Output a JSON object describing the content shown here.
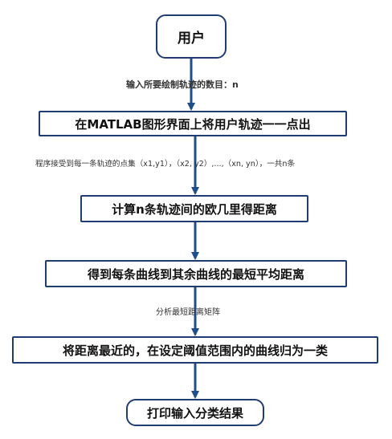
{
  "nodes": [
    {
      "id": "n1",
      "text": "用户"
    },
    {
      "id": "n2",
      "text": "在MATLAB图形界面上将用户轨迹一一点出"
    },
    {
      "id": "n3",
      "text": "计算n条轨迹间的欧几里得距离"
    },
    {
      "id": "n4",
      "text": "得到每条曲线到其余曲线的最短平均距离"
    },
    {
      "id": "n5",
      "text": "将距离最近的，在设定阈值范围内的曲线归为一类"
    },
    {
      "id": "n6",
      "text": "打印输入分类结果"
    }
  ],
  "edges": [
    {
      "from": "n1",
      "to": "n2",
      "label": "输入所要绘制轨迹的数目：n"
    },
    {
      "from": "n2",
      "to": "n3",
      "label": "程序接受到每一条轨迹的点集（x1,y1），（x2, y2）,...,（xn, yn），一共n条"
    },
    {
      "from": "n3",
      "to": "n4",
      "label": ""
    },
    {
      "from": "n4",
      "to": "n5",
      "label": "分析最短距离矩阵"
    },
    {
      "from": "n5",
      "to": "n6",
      "label": ""
    }
  ],
  "colors": {
    "border": "#1f3d70",
    "arrow": "#1f4e8c",
    "text": "#111111",
    "label": "#333333"
  }
}
